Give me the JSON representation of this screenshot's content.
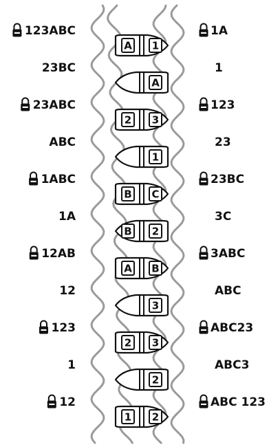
{
  "diagram": {
    "left_bank": [
      {
        "text": "123ABC",
        "lock": true
      },
      {
        "text": "23BC",
        "lock": false
      },
      {
        "text": "23ABC",
        "lock": true
      },
      {
        "text": "ABC",
        "lock": false
      },
      {
        "text": "1ABC",
        "lock": true
      },
      {
        "text": "1A",
        "lock": false
      },
      {
        "text": "12AB",
        "lock": true
      },
      {
        "text": "12",
        "lock": false
      },
      {
        "text": "123",
        "lock": true
      },
      {
        "text": "1",
        "lock": false
      },
      {
        "text": "12",
        "lock": true
      }
    ],
    "right_bank": [
      {
        "text": "1A",
        "lock": true
      },
      {
        "text": "1",
        "lock": false
      },
      {
        "text": "123",
        "lock": true
      },
      {
        "text": "23",
        "lock": false
      },
      {
        "text": "23BC",
        "lock": true
      },
      {
        "text": "3C",
        "lock": false
      },
      {
        "text": "3ABC",
        "lock": true
      },
      {
        "text": "ABC",
        "lock": false
      },
      {
        "text": "ABC23",
        "lock": true
      },
      {
        "text": "ABC3",
        "lock": false
      },
      {
        "text": "ABC 123",
        "lock": true
      }
    ],
    "boats": [
      {
        "direction": "right",
        "slots": [
          "A",
          "1"
        ]
      },
      {
        "direction": "left",
        "slots": [
          "",
          "A"
        ]
      },
      {
        "direction": "right",
        "slots": [
          "2",
          "3"
        ]
      },
      {
        "direction": "left",
        "slots": [
          "",
          "1"
        ]
      },
      {
        "direction": "right",
        "slots": [
          "B",
          "C"
        ]
      },
      {
        "direction": "left",
        "slots": [
          "B",
          "2"
        ]
      },
      {
        "direction": "right",
        "slots": [
          "A",
          "B"
        ]
      },
      {
        "direction": "left",
        "slots": [
          "",
          "3"
        ]
      },
      {
        "direction": "right",
        "slots": [
          "2",
          "3"
        ]
      },
      {
        "direction": "left",
        "slots": [
          "",
          "2"
        ]
      },
      {
        "direction": "right",
        "slots": [
          "1",
          "2"
        ]
      }
    ],
    "icons": {
      "lock": "padlock-icon",
      "boat": "boat-icon"
    },
    "colors": {
      "river": "#9a9a9a",
      "ink": "#111111"
    }
  }
}
